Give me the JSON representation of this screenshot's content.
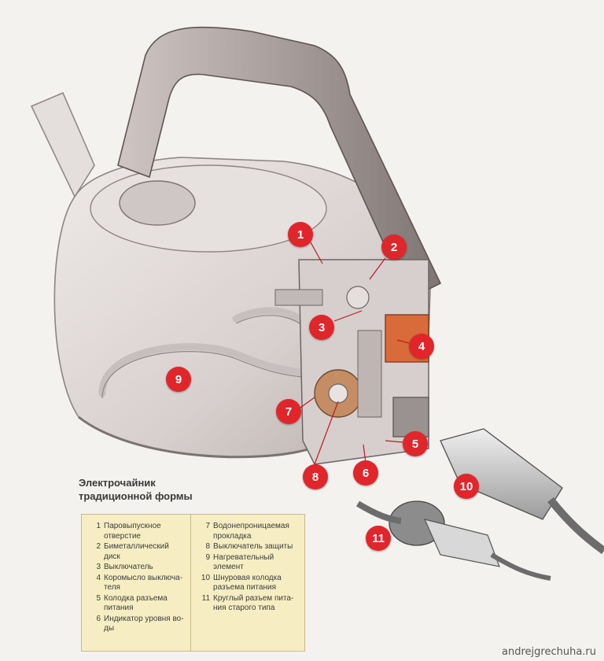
{
  "caption": {
    "line1": "Электрочайник",
    "line2": "традиционной формы"
  },
  "markers": [
    "1",
    "2",
    "3",
    "4",
    "5",
    "6",
    "7",
    "8",
    "9",
    "10",
    "11"
  ],
  "legend": {
    "left": [
      {
        "num": "1",
        "text": "Паровыпускное отверстие"
      },
      {
        "num": "2",
        "text": "Биметаллический диск"
      },
      {
        "num": "3",
        "text": "Выключатель"
      },
      {
        "num": "4",
        "text": "Коромысло выключа-теля"
      },
      {
        "num": "5",
        "text": "Колодка разъема питания"
      },
      {
        "num": "6",
        "text": "Индикатор уровня во-ды"
      }
    ],
    "right": [
      {
        "num": "7",
        "text": "Водонепроницаемая прокладка"
      },
      {
        "num": "8",
        "text": "Выключатель защиты"
      },
      {
        "num": "9",
        "text": "Нагревательный элемент"
      },
      {
        "num": "10",
        "text": "Шнуровая колодка разъема питания"
      },
      {
        "num": "11",
        "text": "Круглый разъем пита-ния старого типа"
      }
    ]
  },
  "watermark": "andrejgrechuha.ru",
  "colors": {
    "marker": "#e0262b",
    "legend_bg": "#f6eec2",
    "background": "#f4f2ef"
  }
}
